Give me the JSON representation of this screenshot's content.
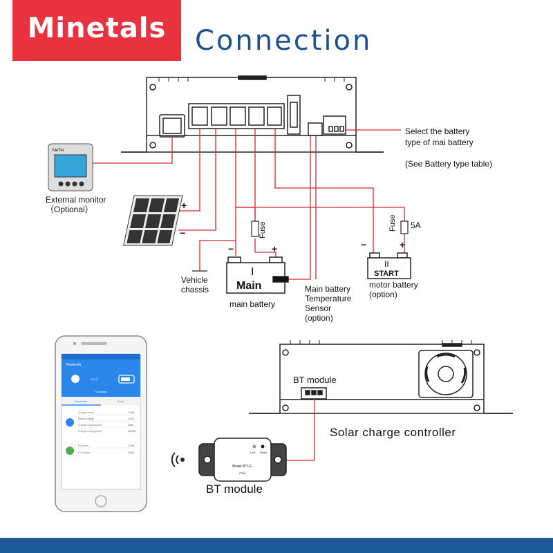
{
  "brand": {
    "logo_text": "Minetals",
    "brand_color": "#e8333f"
  },
  "title": "Connection",
  "labels": {
    "external_monitor": "External monitor",
    "optional": "（Optional）",
    "select_battery_1": "Select the battery",
    "select_battery_2": "type of mai battery",
    "see_battery_table": "(See Battery type table)",
    "vehicle": "Vehicle",
    "chassis": "chassis",
    "main_battery": "main battery",
    "main_sensor_1": "Main battery",
    "main_sensor_2": "Temperature",
    "main_sensor_3": "Sensor",
    "main_sensor_4": "(option)",
    "motor_battery": "motor battery",
    "motor_option": "(option)",
    "fuse_main": "Fuse",
    "fuse_motor": "Fuse",
    "fuse_rating": "5A",
    "main_label": "Main",
    "main_numeral": "I",
    "start_label": "START",
    "start_numeral": "II",
    "plus": "+",
    "minus": "−",
    "bt_module_top": "BT module",
    "controller_label": "Solar charge controller",
    "bt_module_bottom": "BT module",
    "monitor_brand": "MeTer",
    "bt_device_model": "Model BT1G",
    "bt_device_link": "Link",
    "bt_device_reset": "Reset",
    "bt_device_com": "COM"
  },
  "phone": {
    "app_title": "Bluetooth",
    "status_text": "Charging",
    "tabs": [
      "Parameter",
      "Error"
    ],
    "rows_group1": [
      "Charge current",
      "Battery voltage",
      "Charged capacity(AH)",
      "Charged energy(kWh)"
    ],
    "values_group1": [
      "77.6A",
      "14.0V",
      "34Ah",
      "467Wh"
    ],
    "rows_group2": [
      "PV power",
      "PV voltage"
    ],
    "values_group2": [
      "170W",
      "19.8V"
    ]
  },
  "colors": {
    "wire": "#d9262c",
    "title": "#1d4f93",
    "bar": "#1f5a9a"
  }
}
